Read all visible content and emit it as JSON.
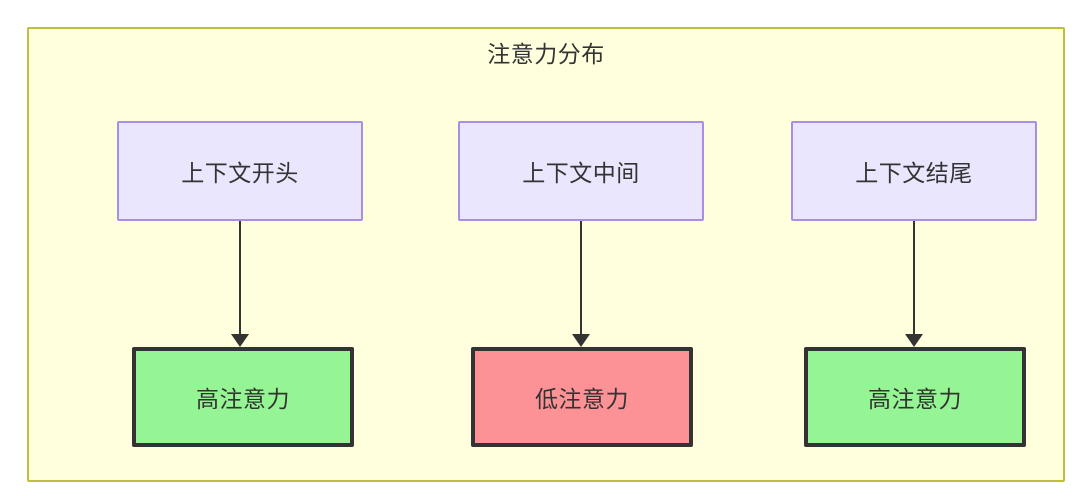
{
  "diagram": {
    "title": "注意力分布",
    "container": {
      "background_color": "#ffffde",
      "border_color": "#bfbf3f"
    },
    "top_nodes": [
      {
        "label": "上下文开头",
        "fill": "#e9e6fd",
        "border": "#a98ee8"
      },
      {
        "label": "上下文中间",
        "fill": "#e9e6fd",
        "border": "#a98ee8"
      },
      {
        "label": "上下文结尾",
        "fill": "#e9e6fd",
        "border": "#a98ee8"
      }
    ],
    "bottom_nodes": [
      {
        "label": "高注意力",
        "fill": "#95f595",
        "border": "#333333"
      },
      {
        "label": "低注意力",
        "fill": "#fc9295",
        "border": "#333333"
      },
      {
        "label": "高注意力",
        "fill": "#95f595",
        "border": "#333333"
      }
    ],
    "edges": [
      {
        "from": "上下文开头",
        "to": "高注意力",
        "color": "#333333"
      },
      {
        "from": "上下文中间",
        "to": "低注意力",
        "color": "#333333"
      },
      {
        "from": "上下文结尾",
        "to": "高注意力",
        "color": "#333333"
      }
    ]
  }
}
